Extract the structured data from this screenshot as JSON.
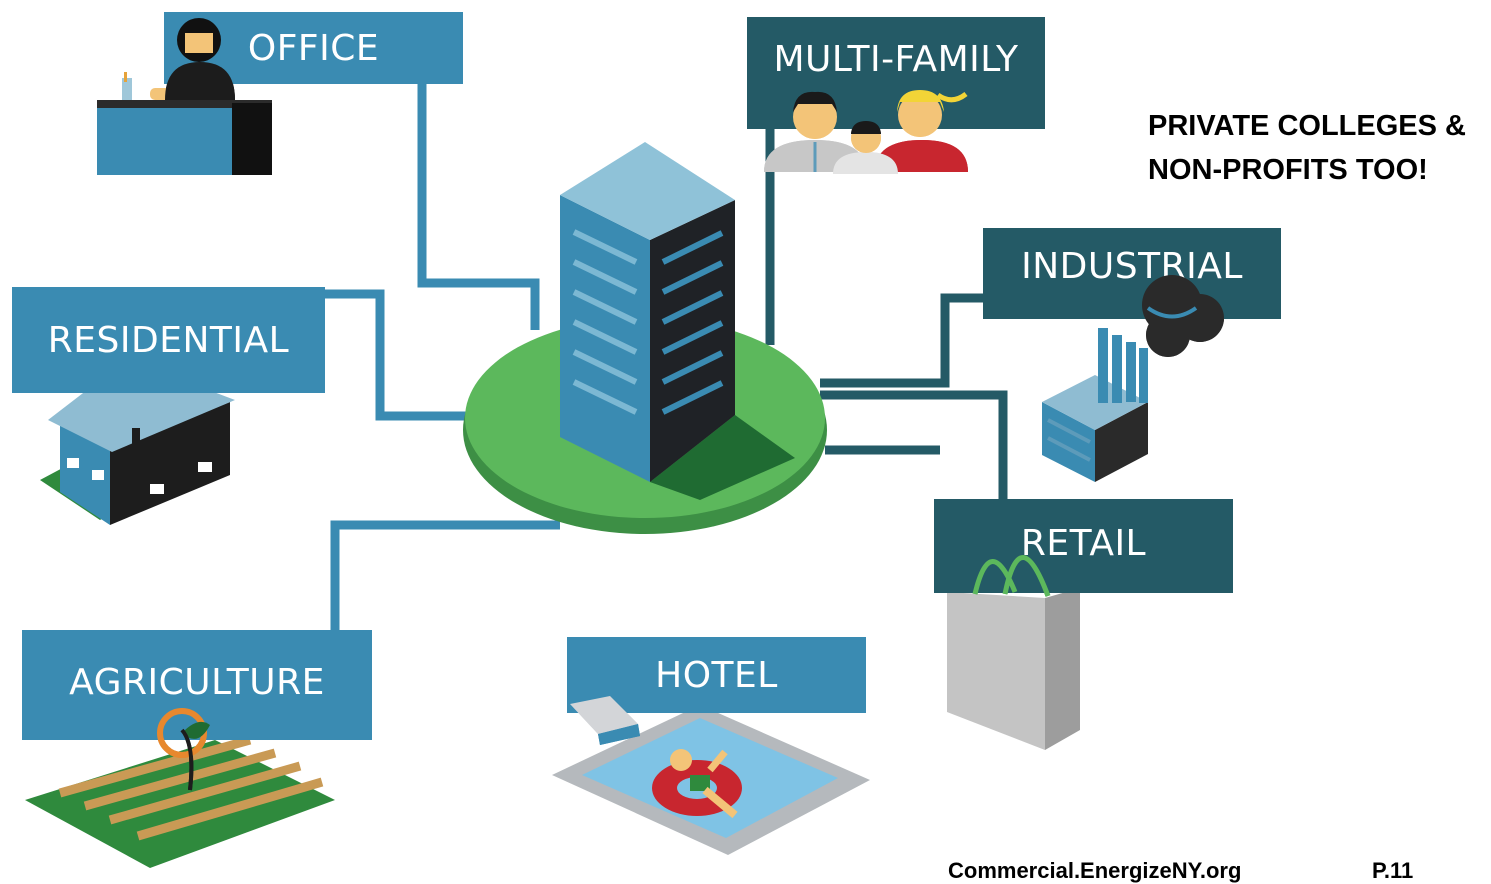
{
  "labels": {
    "office": "OFFICE",
    "multi_family": "MULTI-FAMILY",
    "residential": "RESIDENTIAL",
    "industrial": "INDUSTRIAL",
    "retail": "RETAIL",
    "agriculture": "AGRICULTURE",
    "hotel": "HOTEL"
  },
  "note": {
    "line1": "PRIVATE COLLEGES &",
    "line2": "NON-PROFITS TOO!"
  },
  "footer": {
    "site": "Commercial.EnergizeNY.org",
    "page": "P.11"
  },
  "colors": {
    "label_blue": "#3a8bb2",
    "label_dark": "#245a66",
    "connector_blue": "#3a8bb2",
    "connector_dark": "#245a66",
    "hub_green": "#5cb85c"
  },
  "icons": [
    "office-worker-icon",
    "family-icon",
    "house-icon",
    "factory-icon",
    "shopping-bag-icon",
    "field-sprout-icon",
    "pool-float-icon",
    "central-building-icon"
  ]
}
